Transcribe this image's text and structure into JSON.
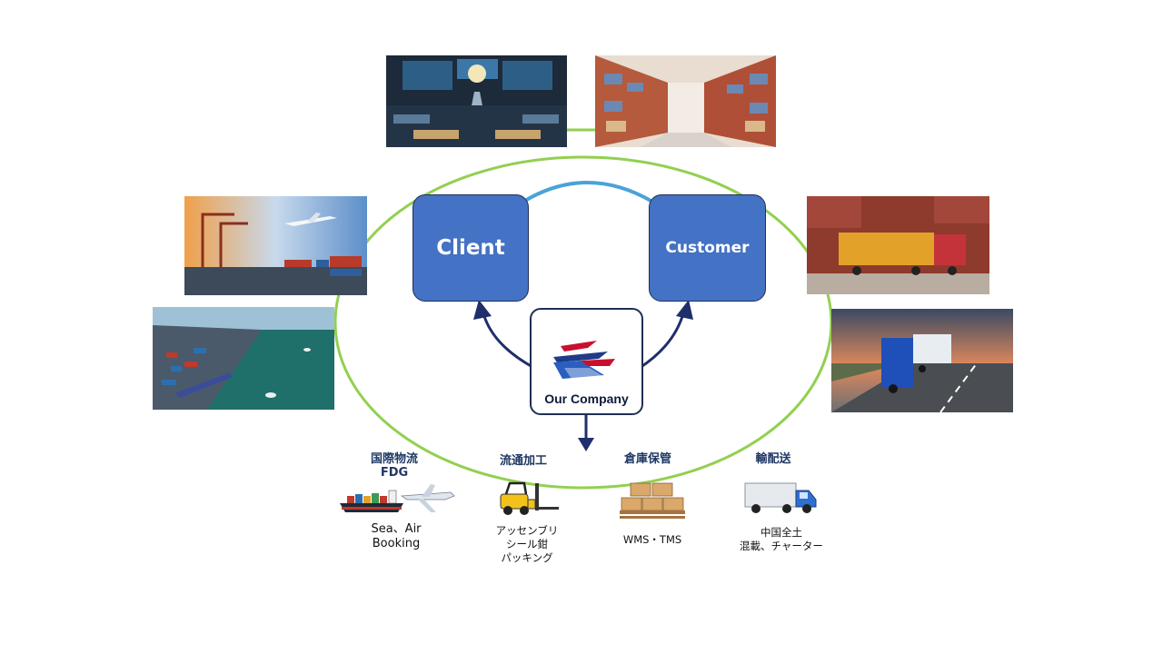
{
  "nodes": {
    "client": "Client",
    "customer": "Customer",
    "company": "Our Company"
  },
  "photos": [
    {
      "name": "control-center-photo"
    },
    {
      "name": "warehouse-racks-photo"
    },
    {
      "name": "port-cranes-airplane-photo"
    },
    {
      "name": "container-truck-photo"
    },
    {
      "name": "aerial-port-photo"
    },
    {
      "name": "highway-truck-photo"
    }
  ],
  "services": [
    {
      "title_line1": "国際物流",
      "title_line2": "FDG",
      "desc_lines": [
        "Sea、Air",
        "Booking"
      ],
      "icon": "ship-plane-icon"
    },
    {
      "title_line1": "流通加工",
      "title_line2": "",
      "desc_lines": [
        "アッセンブリ",
        "シール鉗",
        "パッキング"
      ],
      "icon": "forklift-icon"
    },
    {
      "title_line1": "倉庫保管",
      "title_line2": "",
      "desc_lines": [
        "WMS・TMS"
      ],
      "icon": "pallet-boxes-icon"
    },
    {
      "title_line1": "輸配送",
      "title_line2": "",
      "desc_lines": [
        "中国全土",
        "混載、チャーター"
      ],
      "icon": "delivery-truck-icon"
    }
  ],
  "colors": {
    "outer_ring": "#92d050",
    "inner_arc": "#4aa3d8",
    "node_fill": "#4472c4",
    "arrow": "#1f2f6b",
    "service_title": "#1f3864"
  }
}
